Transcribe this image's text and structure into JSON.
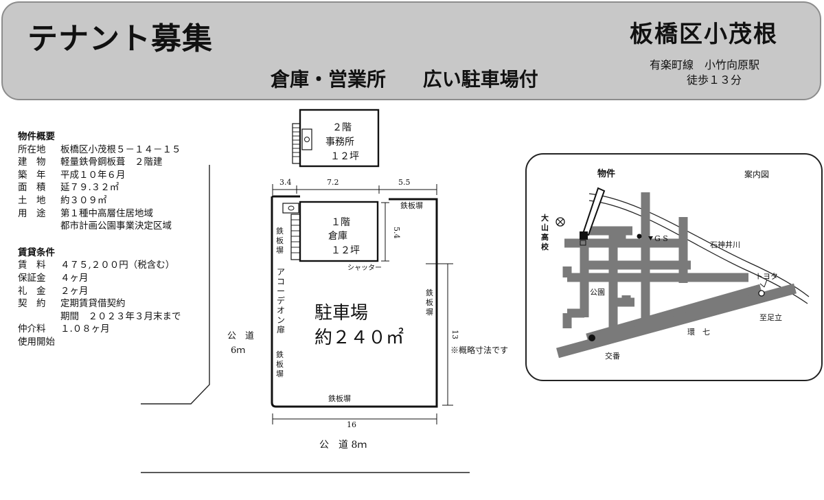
{
  "header": {
    "headline": "テナント募集",
    "area": "板橋区小茂根",
    "tagline_use": "倉庫・営業所",
    "tagline_parking": "広い駐車場付",
    "station_line": "有楽町線　小竹向原駅",
    "station_walk": "徒歩１３分"
  },
  "specs": {
    "overview_title": "物件概要",
    "overview": [
      {
        "k": "所在地",
        "v": "板橋区小茂根５－１４－１５"
      },
      {
        "k": "建　物",
        "v": "軽量鉄骨鋼板葺　２階建"
      },
      {
        "k": "築　年",
        "v": "平成１０年６月"
      },
      {
        "k": "面　積",
        "v": "延７９.３２㎡"
      },
      {
        "k": "土　地",
        "v": "約３０９㎡"
      },
      {
        "k": "用　途",
        "v": "第１種中高層住居地域"
      },
      {
        "k": "",
        "v": "都市計画公園事業決定区域"
      }
    ],
    "terms_title": "賃貸条件",
    "terms": [
      {
        "k": "賃　料",
        "v": "４７５,２００円（税含む）"
      },
      {
        "k": "保証金",
        "v": "４ヶ月"
      },
      {
        "k": "礼　金",
        "v": "２ヶ月"
      },
      {
        "k": "契　約",
        "v": "定期賃貸借契約"
      },
      {
        "k": "",
        "v": "期間　２０２３年３月末まで"
      },
      {
        "k": "仲介料",
        "v": "１.０８ヶ月"
      },
      {
        "k": "使用開始",
        "v": ""
      }
    ]
  },
  "plan": {
    "floor2_label": "２階",
    "floor2_use": "事務所",
    "floor2_size": "１２坪",
    "floor1_label": "１階",
    "floor1_use": "倉庫",
    "floor1_size": "１２坪",
    "dim_a": "3.4",
    "dim_b": "7.2",
    "dim_c": "5.5",
    "dim_d": "5.4",
    "dim_width": "16",
    "dim_depth": "13",
    "shutter": "シャッター",
    "fence_top": "鉄板塀",
    "fence_left": [
      "鉄",
      "板",
      "塀"
    ],
    "fence_left_lower": [
      "鉄",
      "板",
      "塀"
    ],
    "fence_right": [
      "鉄",
      "板",
      "塀"
    ],
    "fence_bottom": "鉄板塀",
    "accordion_door": [
      "ア",
      "コ",
      "ー",
      "デ",
      "オ",
      "ン",
      "扉"
    ],
    "parking_label": "駐車場",
    "parking_area": "約２４０㎡",
    "approx_note": "※概略寸法です",
    "side_road": [
      "公　道",
      "6ｍ"
    ],
    "front_road": "公　道 8ｍ"
  },
  "map": {
    "title": "案内図",
    "property": "物件",
    "oyama_hs": [
      "大",
      "山",
      "高",
      "校"
    ],
    "gs": "G S",
    "river": "石神井川",
    "toyota": "トヨタ",
    "park": "公園",
    "to_adachi": "至足立",
    "kan7": "環　七",
    "koban": "交番"
  }
}
